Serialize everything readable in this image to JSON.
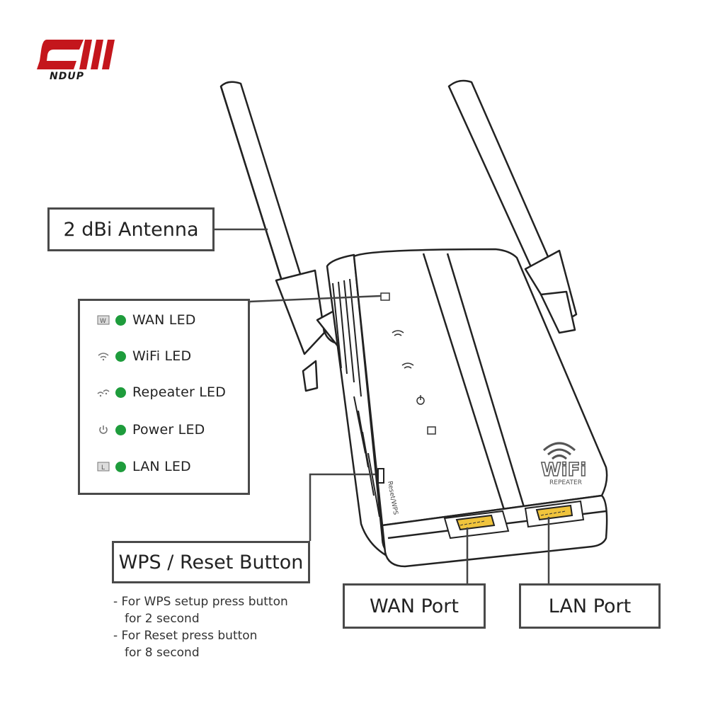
{
  "brand": {
    "logo_text": "NDUP",
    "color": "#c4161c"
  },
  "callouts": {
    "antenna": "2 dBi Antenna",
    "wps": "WPS / Reset Button",
    "wan_port": "WAN Port",
    "lan_port": "LAN Port"
  },
  "leds": [
    {
      "icon": "wan-icon",
      "label": "WAN LED"
    },
    {
      "icon": "wifi-icon",
      "label": "WiFi LED"
    },
    {
      "icon": "repeater-icon",
      "label": "Repeater LED"
    },
    {
      "icon": "power-icon",
      "label": "Power LED"
    },
    {
      "icon": "lan-icon",
      "label": "LAN LED"
    }
  ],
  "led_color": "#1e9c3c",
  "notes": {
    "line1": "- For WPS setup press button",
    "line2": "for 2 second",
    "line3": "- For Reset  press button",
    "line4": "for 8 second"
  },
  "device": {
    "wifi_text": "WiFi",
    "repeater_text": "REPEATER",
    "wps_side_text": "Reset/WPS"
  }
}
